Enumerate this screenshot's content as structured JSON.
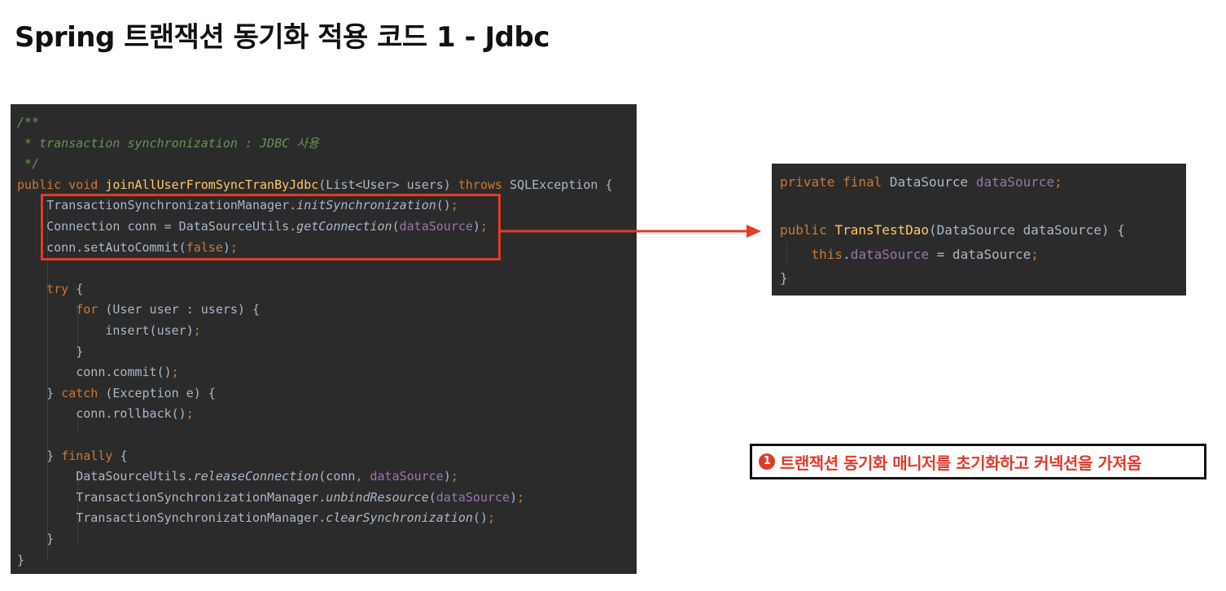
{
  "title": "Spring 트랜잭션 동기화 적용 코드 1 - Jdbc",
  "main_code": {
    "lines": [
      [
        {
          "t": "/**",
          "c": "comment"
        }
      ],
      [
        {
          "t": " * transaction synchronization : JDBC 사용",
          "c": "comment"
        }
      ],
      [
        {
          "t": " */",
          "c": "comment"
        }
      ],
      [
        {
          "t": "public void ",
          "c": "kw"
        },
        {
          "t": "joinAllUserFromSyncTranByJdbc",
          "c": "fn"
        },
        {
          "t": "(List<User> users) ",
          "c": "plain"
        },
        {
          "t": "throws ",
          "c": "kw"
        },
        {
          "t": "SQLException {",
          "c": "plain"
        }
      ],
      [
        {
          "t": "    TransactionSynchronizationManager.",
          "c": "plain"
        },
        {
          "t": "initSynchronization",
          "c": "static"
        },
        {
          "t": "()",
          "c": "plain"
        },
        {
          "t": ";",
          "c": "kw"
        }
      ],
      [
        {
          "t": "    Connection conn = DataSourceUtils.",
          "c": "plain"
        },
        {
          "t": "getConnection",
          "c": "static"
        },
        {
          "t": "(",
          "c": "plain"
        },
        {
          "t": "dataSource",
          "c": "field"
        },
        {
          "t": ")",
          "c": "plain"
        },
        {
          "t": ";",
          "c": "kw"
        }
      ],
      [
        {
          "t": "    conn.setAutoCommit(",
          "c": "plain"
        },
        {
          "t": "false",
          "c": "kw"
        },
        {
          "t": ")",
          "c": "plain"
        },
        {
          "t": ";",
          "c": "kw"
        }
      ],
      [],
      [
        {
          "t": "    try ",
          "c": "kw"
        },
        {
          "t": "{",
          "c": "plain"
        }
      ],
      [
        {
          "t": "        for ",
          "c": "kw"
        },
        {
          "t": "(User user : users) {",
          "c": "plain"
        }
      ],
      [
        {
          "t": "            insert(user)",
          "c": "plain"
        },
        {
          "t": ";",
          "c": "kw"
        }
      ],
      [
        {
          "t": "        }",
          "c": "plain"
        }
      ],
      [
        {
          "t": "        conn.commit()",
          "c": "plain"
        },
        {
          "t": ";",
          "c": "kw"
        }
      ],
      [
        {
          "t": "    } ",
          "c": "plain"
        },
        {
          "t": "catch ",
          "c": "kw"
        },
        {
          "t": "(Exception e) {",
          "c": "plain"
        }
      ],
      [
        {
          "t": "        conn.rollback()",
          "c": "plain"
        },
        {
          "t": ";",
          "c": "kw"
        }
      ],
      [],
      [
        {
          "t": "    } ",
          "c": "plain"
        },
        {
          "t": "finally ",
          "c": "kw"
        },
        {
          "t": "{",
          "c": "plain"
        }
      ],
      [
        {
          "t": "        DataSourceUtils.",
          "c": "plain"
        },
        {
          "t": "releaseConnection",
          "c": "static"
        },
        {
          "t": "(conn",
          "c": "plain"
        },
        {
          "t": ", ",
          "c": "kw"
        },
        {
          "t": "dataSource",
          "c": "field"
        },
        {
          "t": ")",
          "c": "plain"
        },
        {
          "t": ";",
          "c": "kw"
        }
      ],
      [
        {
          "t": "        TransactionSynchronizationManager.",
          "c": "plain"
        },
        {
          "t": "unbindResource",
          "c": "static"
        },
        {
          "t": "(",
          "c": "plain"
        },
        {
          "t": "dataSource",
          "c": "field"
        },
        {
          "t": ")",
          "c": "plain"
        },
        {
          "t": ";",
          "c": "kw"
        }
      ],
      [
        {
          "t": "        TransactionSynchronizationManager.",
          "c": "plain"
        },
        {
          "t": "clearSynchronization",
          "c": "static"
        },
        {
          "t": "()",
          "c": "plain"
        },
        {
          "t": ";",
          "c": "kw"
        }
      ],
      [
        {
          "t": "    }",
          "c": "plain"
        }
      ],
      [
        {
          "t": "}",
          "c": "plain"
        }
      ]
    ]
  },
  "side_code": {
    "lines": [
      [
        {
          "t": "private final ",
          "c": "kw"
        },
        {
          "t": "DataSource ",
          "c": "plain"
        },
        {
          "t": "dataSource",
          "c": "field"
        },
        {
          "t": ";",
          "c": "kw"
        }
      ],
      [],
      [
        {
          "t": "public ",
          "c": "kw"
        },
        {
          "t": "TransTestDao",
          "c": "fn"
        },
        {
          "t": "(DataSource dataSource) {",
          "c": "plain"
        }
      ],
      [
        {
          "t": "    this",
          "c": "kw"
        },
        {
          "t": ".",
          "c": "plain"
        },
        {
          "t": "dataSource",
          "c": "field"
        },
        {
          "t": " = dataSource",
          "c": "plain"
        },
        {
          "t": ";",
          "c": "kw"
        }
      ],
      [
        {
          "t": "}",
          "c": "plain"
        }
      ]
    ]
  },
  "note": {
    "badge": "1",
    "text": "트랜잭션 동기화 매니저를 초기화하고 커넥션을 가져옴"
  },
  "colors": {
    "editor_bg": "#2b2b2b",
    "comment": "#629755",
    "keyword": "#cc7832",
    "function": "#ffc66d",
    "field": "#9876aa",
    "plain": "#a9b7c6",
    "highlight": "#e03b2b"
  }
}
